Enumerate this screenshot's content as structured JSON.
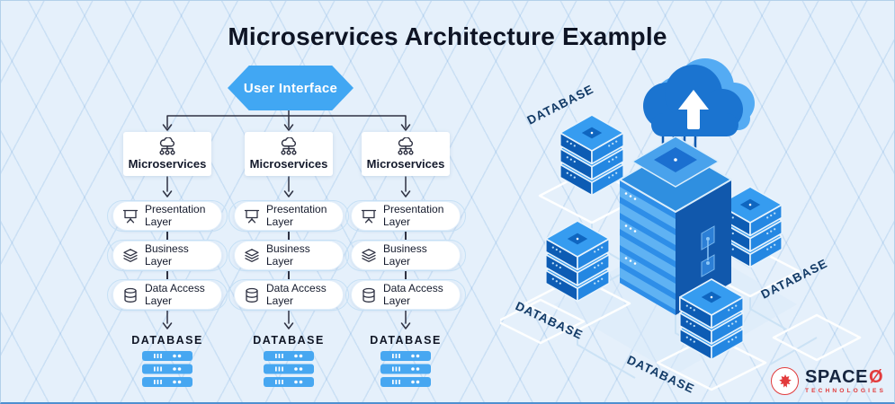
{
  "title": "Microservices Architecture Example",
  "flow": {
    "root_label": "User Interface",
    "columns": [
      {
        "service": "Microservices",
        "layers": [
          "Presentation Layer",
          "Business Layer",
          "Data Access Layer"
        ],
        "database_label": "DATABASE"
      },
      {
        "service": "Microservices",
        "layers": [
          "Presentation Layer",
          "Business Layer",
          "Data Access Layer"
        ],
        "database_label": "DATABASE"
      },
      {
        "service": "Microservices",
        "layers": [
          "Presentation Layer",
          "Business Layer",
          "Data Access Layer"
        ],
        "database_label": "DATABASE"
      }
    ]
  },
  "illustration": {
    "labels": [
      "DATABASE",
      "DATABASE",
      "DATABASE",
      "DATABASE"
    ]
  },
  "logo": {
    "brand": "SPACE",
    "brand_o": "Ø",
    "subtitle": "TECHNOLOGIES"
  },
  "colors": {
    "accent_blue": "#41a7f3",
    "server_blue": "#47a7f1",
    "dark_navy": "#12182b",
    "iso_label_navy": "#123a66",
    "logo_red": "#e23b3c",
    "background": "#e5f0fb"
  }
}
